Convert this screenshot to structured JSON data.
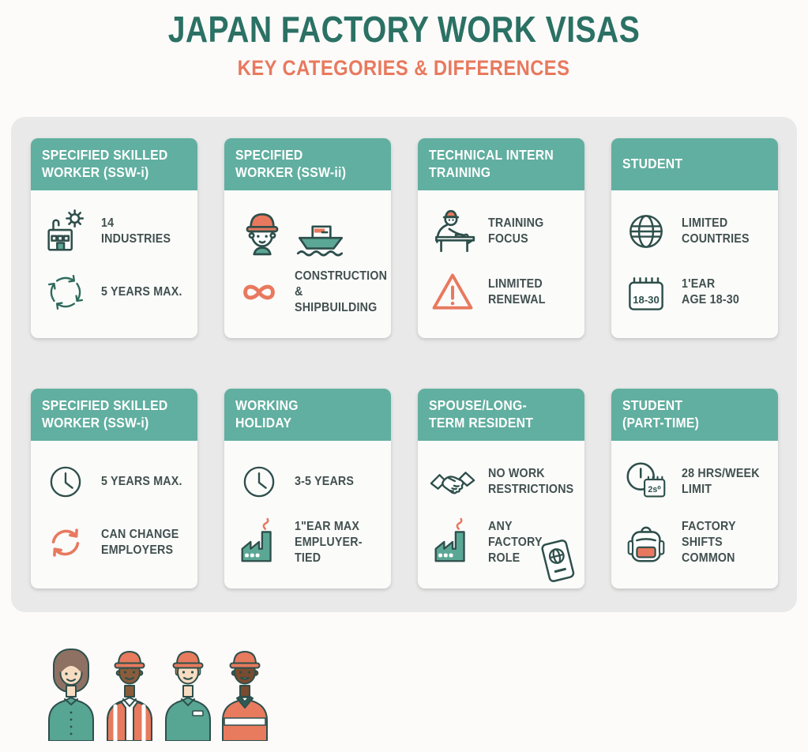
{
  "header": {
    "title": "JAPAN FACTORY WORK VISAS",
    "subtitle": "KEY CATEGORIES & DIFFERENCES"
  },
  "colors": {
    "title_green": "#2B7164",
    "accent_coral": "#E8795E",
    "card_header_teal": "#61AFA0",
    "panel_gray": "#E9E9E9",
    "icon_outline": "#2E4F4B",
    "label_gray": "#41504F"
  },
  "cards": [
    {
      "header": "SPECIFIED SKILLED\nWORKER (SSW-i)",
      "rows": [
        {
          "icon": "factory-gear-icon",
          "label": "14\nINDUSTRIES"
        },
        {
          "icon": "recycle-arrows-icon",
          "label": "5 YEARS MAX."
        }
      ]
    },
    {
      "header": "SPECIFIED\nWORKER (SSW-ii)",
      "rows": [
        {
          "icon": "worker-head-icon,ship-icon",
          "label": ""
        },
        {
          "icon": "infinity-icon",
          "label": "CONSTRUCTION &\nSHIPBUILDING"
        }
      ]
    },
    {
      "header": "TECHNICAL INTERN\nTRAINING",
      "rows": [
        {
          "icon": "trainee-workbench-icon",
          "label": "TRAINING\nFOCUS"
        },
        {
          "icon": "warning-triangle-icon",
          "label": "LINMITED\nRENEWAL"
        }
      ]
    },
    {
      "header": "STUDENT",
      "rows": [
        {
          "icon": "globe-icon",
          "label": "LIMITED\nCOUNTRIES"
        },
        {
          "icon": "calendar-age-icon",
          "label": "1'EAR\nAGE 18-30",
          "icon_text": "18-30"
        }
      ]
    },
    {
      "header": "SPECIFIED SKILLED\nWORKER (SSW-i)",
      "rows": [
        {
          "icon": "clock-icon",
          "label": "5 YEARS MAX."
        },
        {
          "icon": "refresh-arrows-icon",
          "label": "CAN CHANGE\nEMPLOYERS"
        }
      ]
    },
    {
      "header": "WORKING\nHOLIDAY",
      "rows": [
        {
          "icon": "clock-icon",
          "label": "3-5 YEARS"
        },
        {
          "icon": "factory-smoke-icon",
          "label": "1\"EAR MAX\nEMPLUYER-TIED"
        }
      ]
    },
    {
      "header": "SPOUSE/LONG-\nTERM RESIDENT",
      "rows": [
        {
          "icon": "handshake-icon",
          "label": "NO WORK\nRESTRICTIONS"
        },
        {
          "icon": "factory-smoke-icon",
          "label": "ANY FACTORY\nROLE"
        }
      ],
      "extra_icon": "passport-icon"
    },
    {
      "header": "STUDENT\n(PART-TIME)",
      "rows": [
        {
          "icon": "clock-calendar-icon",
          "label": "28 HRS/WEEK\nLIMIT",
          "icon_text": "2s⁰"
        },
        {
          "icon": "backpack-icon",
          "label": "FACTORY\nSHIFTS COMMON"
        }
      ]
    }
  ],
  "footer": {
    "illustration": "four factory workers"
  }
}
